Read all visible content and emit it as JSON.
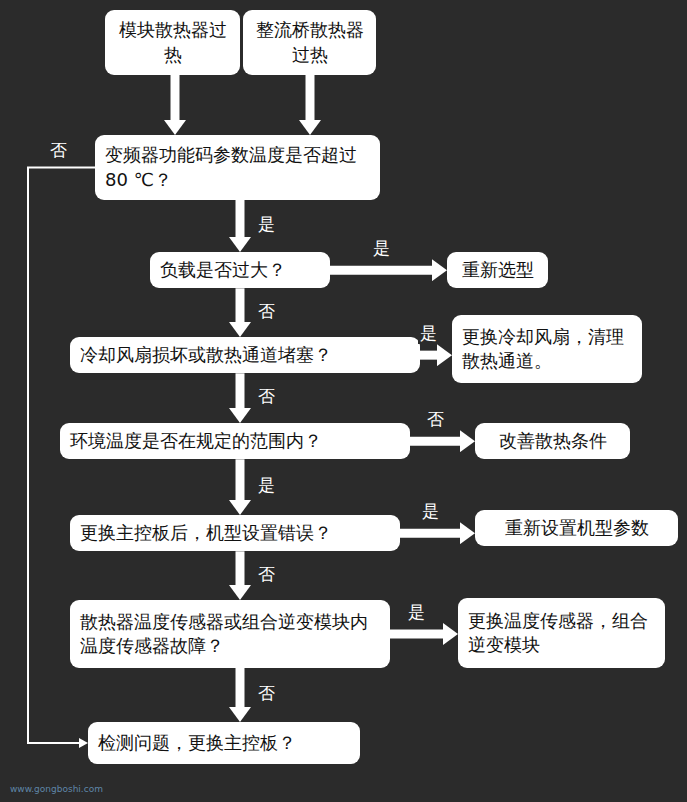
{
  "diagram": {
    "nodes": [
      {
        "text": [
          "模块散热器过热"
        ]
      },
      {
        "text": [
          "整流桥散热器过热"
        ]
      },
      {
        "text": [
          "变频器功能码参数温度是否超过80 ℃？"
        ]
      },
      {
        "text": [
          "负载是否过大？"
        ]
      },
      {
        "text": [
          "重新选型"
        ]
      },
      {
        "text": [
          "冷却风扇损坏或散热通道堵塞？"
        ]
      },
      {
        "text": [
          "更换冷却风扇，清理散热通道。"
        ]
      },
      {
        "text": [
          "环境温度是否在规定的范围内？"
        ]
      },
      {
        "text": [
          "改善散热条件"
        ]
      },
      {
        "text": [
          "更换主控板后，机型设置错误？"
        ]
      },
      {
        "text": [
          "重新设置机型参数"
        ]
      },
      {
        "text": [
          "散热器温度传感器或组合逆变模块内温度传感器故障？"
        ]
      },
      {
        "text": [
          "更换温度传感器，组合逆变模块"
        ]
      },
      {
        "text": [
          "检测问题，更换主控板？"
        ]
      }
    ],
    "edges": [
      {
        "from": 0,
        "to": 2,
        "arrow": "to"
      },
      {
        "from": 1,
        "to": 2,
        "arrow": "to"
      },
      {
        "from": 2,
        "to": 3,
        "label": "是",
        "arrow": "to"
      },
      {
        "from": 3,
        "to": 4,
        "label": "是",
        "arrow": "to"
      },
      {
        "from": 3,
        "to": 5,
        "label": "否",
        "arrow": "to"
      },
      {
        "from": 5,
        "to": 6,
        "label": "是",
        "arrow": "to"
      },
      {
        "from": 5,
        "to": 7,
        "label": "否",
        "arrow": "to"
      },
      {
        "from": 7,
        "to": 8,
        "label": "否",
        "arrow": "to"
      },
      {
        "from": 7,
        "to": 9,
        "label": "是",
        "arrow": "to"
      },
      {
        "from": 9,
        "to": 10,
        "label": "是",
        "arrow": "to"
      },
      {
        "from": 9,
        "to": 11,
        "label": "否",
        "arrow": "to"
      },
      {
        "from": 11,
        "to": 12,
        "label": "是",
        "arrow": "to"
      },
      {
        "from": 11,
        "to": 13,
        "label": "否",
        "arrow": "to"
      },
      {
        "from": 2,
        "to": 13,
        "label": "否",
        "arrow": "to"
      }
    ],
    "labels": [
      "www.gongboshi.com"
    ]
  }
}
